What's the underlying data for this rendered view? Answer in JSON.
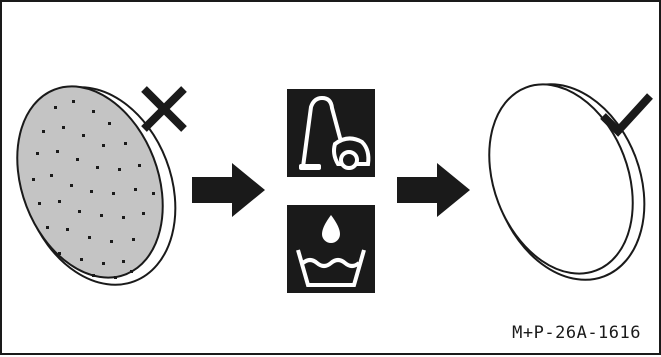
{
  "figure": {
    "reference_code": "M+P-26A-1616",
    "steps": [
      {
        "name": "dirty-filter",
        "status_icon": "cross-icon",
        "state": "dirty"
      },
      {
        "name": "cleaning-methods",
        "methods": [
          "vacuum-cleaner-icon",
          "water-basin-icon"
        ]
      },
      {
        "name": "clean-filter",
        "status_icon": "checkmark-icon",
        "state": "clean"
      }
    ],
    "colors": {
      "ink": "#1a1a1a",
      "dirty_fill": "#c4c4c4",
      "clean_fill": "#ffffff",
      "icon_background": "#1a1a1a",
      "icon_foreground": "#ffffff"
    }
  }
}
